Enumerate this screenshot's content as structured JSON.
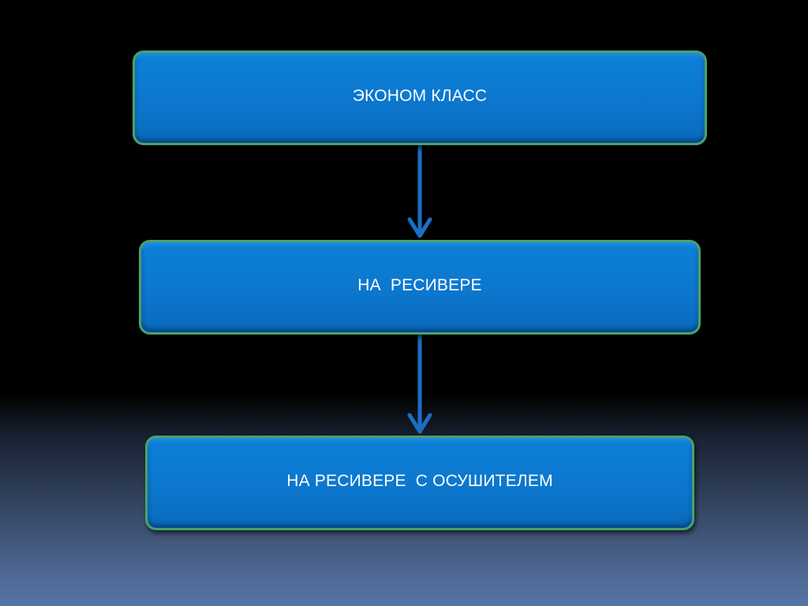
{
  "diagram": {
    "nodes": [
      {
        "id": "economy-class",
        "label": "ЭКОНОМ КЛАСС"
      },
      {
        "id": "on-receiver",
        "label": "НА  РЕСИВЕРЕ"
      },
      {
        "id": "on-receiver-with-dryer",
        "label": "НА РЕСИВЕРЕ  С ОСУШИТЕЛЕМ"
      }
    ],
    "edges": [
      {
        "from": "economy-class",
        "to": "on-receiver"
      },
      {
        "from": "on-receiver",
        "to": "on-receiver-with-dryer"
      }
    ],
    "colors": {
      "box_fill": "#0b76cc",
      "box_border": "#4aa26a",
      "arrow": "#1a6fc4",
      "text": "#ffffff"
    }
  }
}
